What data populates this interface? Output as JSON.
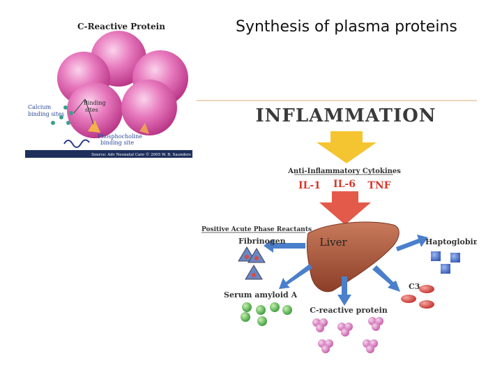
{
  "slide": {
    "title": "Synthesis of plasma proteins"
  },
  "crp_figure": {
    "title": "C-Reactive Protein",
    "calcium_label": [
      "Calcium",
      "binding sites"
    ],
    "binding_label": [
      "Binding",
      "sites"
    ],
    "phospho_label": [
      "Phosphocholine",
      "binding site"
    ],
    "source": "Source: Adv Neonatal Care © 2005 W. B. Saunders",
    "colors": {
      "pentamer": "#d94c9c",
      "source_bar": "#1e2f5c"
    }
  },
  "inflammation_figure": {
    "heading": "INFLAMMATION",
    "cytokines_label": "Anti-Inflammatory Cytokines",
    "cytokines": [
      "IL-1",
      "IL-6",
      "TNF"
    ],
    "liver_label": "Liver",
    "reactants_heading": "Positive Acute Phase Reactants",
    "fibrinogen": "Fibrinogen",
    "haptoglobin": "Haptoglobin",
    "serum_amyloid": "Serum amyloid A",
    "c3": "C3",
    "crp": "C-reactive protein",
    "colors": {
      "cytokine_text": "#d9362b",
      "liver": "#a8553a",
      "down_arrow": "#f5c431",
      "red_arrow": "#e35a4a",
      "blue_arrow": "#4a7fcb"
    }
  }
}
